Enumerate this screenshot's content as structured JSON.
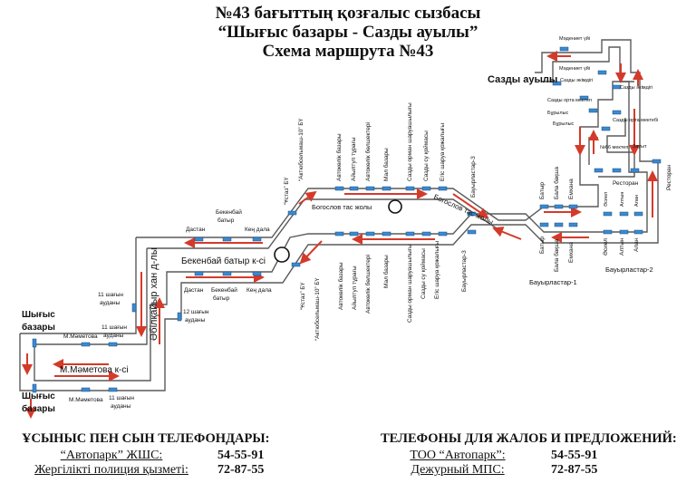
{
  "title": {
    "line1": "№43 бағыттың қозғалыс сызбасы",
    "line2": "“Шығыс базары - Сазды ауылы”",
    "line3": "Схема маршрута №43"
  },
  "colors": {
    "road": "#5a5a5a",
    "arrow": "#d43a2a",
    "stop": "#3a8ad0",
    "text": "#111111"
  },
  "labels": {
    "sazdy_auyly": "Сазды ауылы",
    "madeniet_ui_1": "Мәдениет үйі",
    "madeniet_ui_2": "Мәдениет үйі",
    "sazdy_akimdigi_1": "Сазды әкімдігі",
    "sazdy_akimdigi_2": "Сазды әкімдігі",
    "sazdy_orta_mektep_1": "Сазды орта мектеп",
    "sazdy_orta_mektep_2": "Сазды орта мектебі",
    "burylys_1": "Бұрылыс",
    "burylys_2": "Бұрылыс",
    "n66_mektep": "№66 мектеп",
    "zauyt": "Зауыт",
    "restoran_1": "Ресторан",
    "restoran_2": "Ресторан",
    "shygys_bazary_top": "Шығыс базары",
    "shygys_bazary_bottom": "Шығыс базары",
    "mametova_street": "М.Мәметова к-сі",
    "mametova_stop_1": "М.Мәметова",
    "mametova_stop_2": "М.Мәметова",
    "aulak_11_a": "11 шағын ауданы",
    "aulak_11_b": "11 шағын ауданы",
    "aulak_11_c": "11 шағын ауданы",
    "aulak_12": "12 шағын ауданы",
    "abilkhair": "Әбілқайыр хан д-лы",
    "bekenbay_street": "Бекенбай батыр к-сі",
    "dastan_1": "Дастан",
    "dastan_2": "Дастан",
    "bekenbay_1": "Бекенбай батыр",
    "bekenbay_2": "Бекенбай батыр",
    "ken_dala_1": "Кең дала",
    "ken_dala_2": "Кең дала",
    "ustaz_1": "“Ұстаз” БҮ",
    "ustaz_2": "“Ұстаз” БҮ",
    "aktobe_1": "“Актюбсельмаш-10” БҮ",
    "aktobe_2": "“Актюбсельмаш-10” БҮ",
    "avtokolik_bazary_1": "Автокөлік базары",
    "avtokolik_bazary_2": "Автокөлік базары",
    "aiyltup_1": "Айылтуп тұрағы",
    "aiyltup_2": "Айылтуп тұрағы",
    "avtokolik_belshek_1": "Автокөлік бөлшектері",
    "avtokolik_belshek_2": "Автокөлік бөлшектері",
    "mal_bazary_1": "Мал базары",
    "mal_bazary_2": "Мал базары",
    "orman_1": "Сазды орман шаруашылығы",
    "orman_2": "Сазды орман шаруашылығы",
    "su_1": "Сазды су қоймасы",
    "su_2": "Сазды су қоймасы",
    "egis_1": "Егіс шаруа қожалығы",
    "egis_2": "Егіс шаруа қожалығы",
    "bogoslov_1": "Богослов тас жолы",
    "bogoslov_2": "Богослов тас жолы",
    "bauyrlastar_3a": "Бауырластар-3",
    "bauyrlastar_3b": "Бауырластар-3",
    "bauyrlastar_1": "Бауырластар-1",
    "bauyrlastar_2": "Бауырластар-2",
    "batyr_1": "Батыр",
    "batyr_2": "Батыр",
    "bala_baksha_1": "Бала бақша",
    "bala_baksha_2": "Бала бақша",
    "emkhana_1": "Емхана",
    "emkhana_2": "Емхана",
    "asnel_1": "Әсиел",
    "asnel_2": "Әсиел",
    "altyn_1": "Алтын",
    "altyn_2": "Алтын",
    "alan_1": "Алан",
    "alan_2": "Алан"
  },
  "footer": {
    "left_head": "ҰСЫНЫС ПЕН СЫН ТЕЛЕФОНДАРЫ:",
    "left_row1_key": "“Автопарк” ЖШС:",
    "left_row1_val": "54-55-91",
    "left_row2_key": "Жергілікті полиция қызметі:",
    "left_row2_val": "72-87-55",
    "right_head": "ТЕЛЕФОНЫ ДЛЯ ЖАЛОБ И ПРЕДЛОЖЕНИЙ:",
    "right_row1_key": "ТОО “Автопарк”:",
    "right_row1_val": "54-55-91",
    "right_row2_key": "Дежурный МПС:",
    "right_row2_val": "72-87-55"
  }
}
